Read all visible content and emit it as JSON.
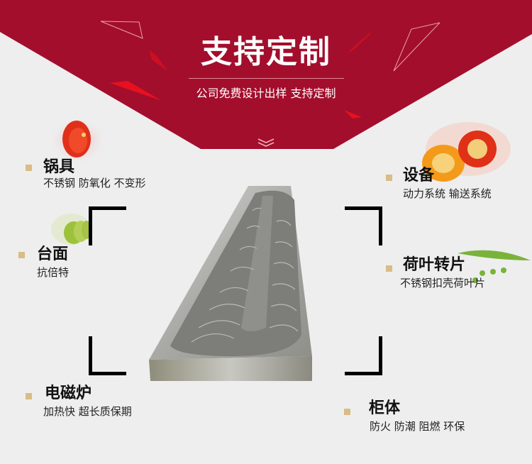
{
  "banner": {
    "title": "支持定制",
    "subtitle": "公司免费设计出样 支持定制",
    "background_color": "#a30e2c",
    "accent_color": "#e0101e",
    "chevron_icon": "double-chevron-down-icon"
  },
  "features_left": [
    {
      "title": "锅具",
      "subtitle": "不锈钢 防氧化 不变形"
    },
    {
      "title": "台面",
      "subtitle": "抗倍特"
    },
    {
      "title": "电磁炉",
      "subtitle": "加热快 超长质保期"
    }
  ],
  "features_right": [
    {
      "title": "设备",
      "subtitle": "动力系统 输送系统"
    },
    {
      "title": "荷叶转片",
      "subtitle": "不锈钢扣壳荷叶片"
    },
    {
      "title": "柜体",
      "subtitle": "防火 防潮 阻燃 环保"
    }
  ],
  "colors": {
    "page_background": "#eeeeee",
    "bullet": "#d9bc86",
    "bracket": "#000000"
  },
  "product": {
    "image_label": "rotating hotpot conveyor (stainless steel)"
  }
}
